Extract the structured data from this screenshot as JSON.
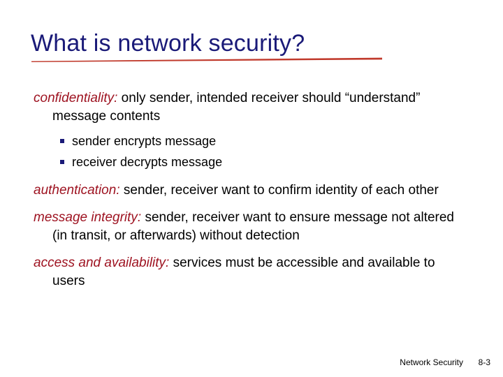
{
  "slide": {
    "title": "What is network security?",
    "accent_title_color": "#1a1a78",
    "accent_rule_color": "#c0392b",
    "term_color": "#9e1321",
    "body_color": "#000000",
    "background_color": "#ffffff"
  },
  "content": {
    "confidentiality": {
      "term": "confidentiality:",
      "text": " only sender, intended receiver should “understand” message contents",
      "sub_items": [
        "sender encrypts message",
        "receiver decrypts message"
      ]
    },
    "authentication": {
      "term": "authentication:",
      "text": " sender, receiver want to confirm identity of each other"
    },
    "message_integrity": {
      "term": "message integrity:",
      "text": " sender, receiver want to ensure message not altered (in transit, or afterwards) without detection"
    },
    "access_and_availability": {
      "term": "access and availability:",
      "text": " services must be accessible and available to users"
    }
  },
  "footer": {
    "label": "Network Security",
    "number": "8-3"
  }
}
